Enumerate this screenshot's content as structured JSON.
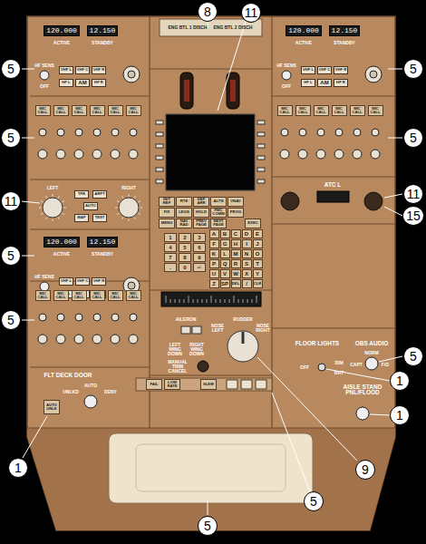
{
  "diagram": {
    "nodes": [
      {
        "text": [
          "8"
        ]
      },
      {
        "text": [
          "11"
        ]
      },
      {
        "text": [
          "120.000"
        ]
      },
      {
        "text": [
          "12.150"
        ]
      },
      {
        "text": [
          "120.000"
        ]
      },
      {
        "text": [
          "12.150"
        ]
      },
      {
        "text": [
          "5"
        ]
      },
      {
        "text": [
          "5"
        ]
      },
      {
        "text": [
          "5"
        ]
      },
      {
        "text": [
          "5"
        ]
      },
      {
        "text": [
          "11"
        ]
      },
      {
        "text": [
          "11"
        ]
      },
      {
        "text": [
          "15"
        ]
      },
      {
        "text": [
          "120.000"
        ]
      },
      {
        "text": [
          "12.150"
        ]
      },
      {
        "text": [
          "5"
        ]
      },
      {
        "text": [
          "5"
        ]
      },
      {
        "text": [
          "5"
        ]
      },
      {
        "text": [
          "1"
        ]
      },
      {
        "text": [
          "1"
        ]
      },
      {
        "text": [
          "1"
        ]
      },
      {
        "text": [
          "9"
        ]
      },
      {
        "text": [
          "5"
        ]
      },
      {
        "text": [
          "5"
        ]
      }
    ],
    "labels": [
      "ENG BTL 1 DISCH",
      "ENG BTL 2 DISCH",
      "ACTIVE",
      "STANDBY",
      "ACTIVE",
      "STANDBY",
      "ACTIVE",
      "STANDBY",
      "HF SENS",
      "OFF",
      "VHF L",
      "VHF C",
      "VHF R",
      "HF L",
      "AM",
      "HF R",
      "HF SENS",
      "OFF",
      "VHF L",
      "VHF C",
      "VHF R",
      "HF L",
      "AM",
      "HF R",
      "HF SENS",
      "OFF",
      "VHF L",
      "VHF C",
      "VHF R",
      "HF L",
      "AM",
      "HF R",
      "MIC CALL",
      "MIC CALL",
      "MIC CALL",
      "MIC CALL",
      "MIC CALL",
      "MIC CALL",
      "MIC CALL",
      "MIC CALL",
      "MIC CALL",
      "MIC CALL",
      "MIC CALL",
      "MIC CALL",
      "MIC CALL",
      "MIC CALL",
      "MIC CALL",
      "MIC CALL",
      "MIC CALL",
      "MIC CALL",
      "LEFT",
      "RIGHT",
      "TFR",
      "ARPT",
      "AUTO",
      "MAP",
      "TEST",
      "ATC L",
      "AILERON",
      "LEFT WING DOWN",
      "RIGHT WING DOWN",
      "RUDDER",
      "NOSE LEFT",
      "NOSE RIGHT",
      "MANUAL TRIM CANCEL",
      "FAIL",
      "LOW RATE",
      "SLEW",
      "FLOOR LIGHTS",
      "OFF",
      "DIM",
      "BRT",
      "OBS AUDIO",
      "NORM",
      "CAPT",
      "F/O",
      "AISLE STAND PNL/FLOOD",
      "FLT DECK DOOR",
      "UNLKD",
      "AUTO",
      "DENY",
      "AUTO UNLK",
      "INIT REF",
      "RTE",
      "DEP ARR",
      "ALTN",
      "VNAV",
      "FIX",
      "LEGS",
      "HOLD",
      "FMC COMM",
      "PROG",
      "MENU",
      "NAV RAD",
      "PREV PAGE",
      "NEXT PAGE",
      "EXEC",
      "1",
      "2",
      "3",
      "4",
      "5",
      "6",
      "7",
      "8",
      "9",
      ".",
      "0",
      "+/-",
      "A",
      "B",
      "C",
      "D",
      "E",
      "F",
      "G",
      "H",
      "I",
      "J",
      "K",
      "L",
      "M",
      "N",
      "O",
      "P",
      "Q",
      "R",
      "S",
      "T",
      "U",
      "V",
      "W",
      "X",
      "Y",
      "Z",
      "SP",
      "DEL",
      "/",
      "CLR"
    ]
  }
}
